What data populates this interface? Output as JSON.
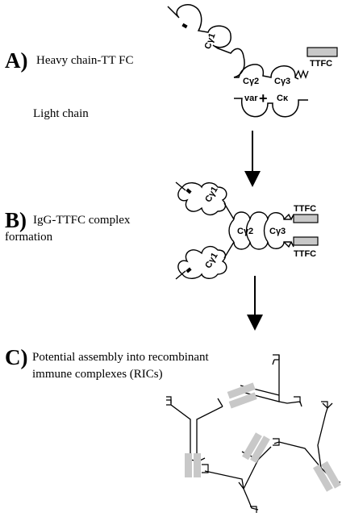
{
  "panel_a": {
    "letter": "A)",
    "caption": "Heavy chain-TT FC",
    "light_caption": "Light chain",
    "domains": {
      "ch1": "Cγ1",
      "ch2": "Cγ2",
      "ch3": "Cγ3",
      "plus": "+",
      "var": "var",
      "ck": "Cκ",
      "ttfc": "TTFC"
    }
  },
  "panel_b": {
    "letter": "B)",
    "caption_line1": "IgG-TTFC complex",
    "caption_line2": "formation",
    "domains": {
      "ch1_top": "Cγ1",
      "ch1_bottom": "Cγ1",
      "ch2": "Cγ2",
      "ch3": "Cγ3",
      "ttfc_top": "TTFC",
      "ttfc_bottom": "TTFC"
    }
  },
  "panel_c": {
    "letter": "C)",
    "caption_line1": "Potential assembly into recombinant",
    "caption_line2": "immune complexes (RICs)"
  },
  "colors": {
    "ttfc_box": "#c8c8c8",
    "line": "#000000"
  }
}
